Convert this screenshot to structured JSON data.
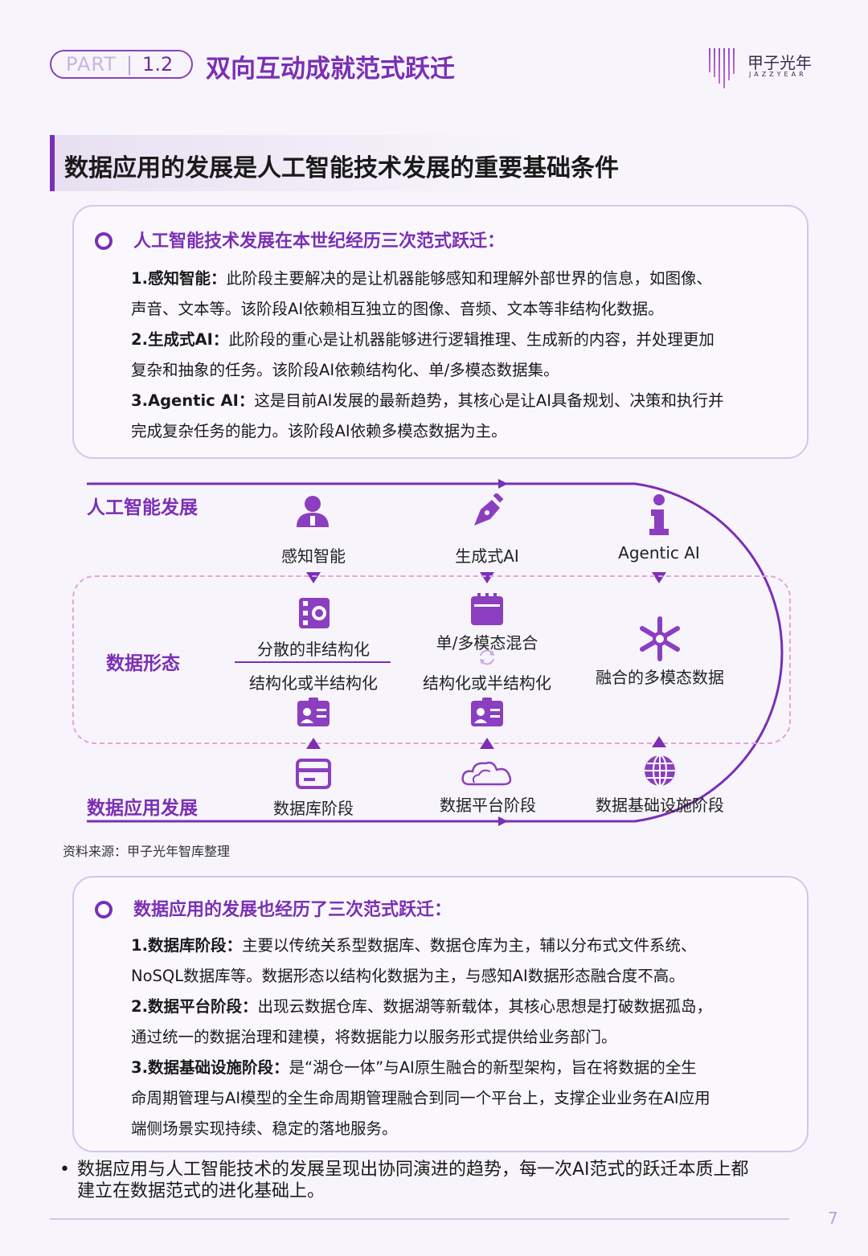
{
  "header": {
    "part_label": "PART",
    "part_number": "1.2",
    "title": "双向互动成就范式跃迁",
    "logo_cn": "甲子光年",
    "logo_en": "JAZZYEAR"
  },
  "section_title": "数据应用的发展是人工智能技术发展的重要基础条件",
  "card1": {
    "heading": "人工智能技术发展在本世纪经历三次范式跃迁：",
    "items": [
      {
        "lead": "1.感知智能：",
        "line1": "此阶段主要解决的是让机器能够感知和理解外部世界的信息，如图像、",
        "line2": "声音、文本等。该阶段AI依赖相互独立的图像、音频、文本等非结构化数据。"
      },
      {
        "lead": "2.生成式AI：",
        "line1": "此阶段的重心是让机器能够进行逻辑推理、生成新的内容，并处理更加",
        "line2": "复杂和抽象的任务。该阶段AI依赖结构化、单/多模态数据集。"
      },
      {
        "lead": "3.Agentic AI：",
        "line1": "这是目前AI发展的最新趋势，其核心是让AI具备规划、决策和执行并",
        "line2": "完成复杂任务的能力。该阶段AI依赖多模态数据为主。"
      }
    ]
  },
  "diagram": {
    "row_ai": "人工智能发展",
    "row_data_form": "数据形态",
    "row_data_app": "数据应用发展",
    "ai_nodes": [
      "感知智能",
      "生成式AI",
      "Agentic AI"
    ],
    "form_col1_top": "分散的非结构化",
    "form_col1_bottom": "结构化或半结构化",
    "form_col2_top": "单/多模态混合",
    "form_col2_bottom": "结构化或半结构化",
    "form_col3": "融合的多模态数据",
    "app_nodes": [
      "数据库阶段",
      "数据平台阶段",
      "数据基础设施阶段"
    ],
    "icons": {
      "ai1": "person-icon",
      "ai2": "pen-icon",
      "ai3": "info-icon",
      "form1": "film-icon",
      "form2": "calendar-icon",
      "form3": "snowflake-icon",
      "form_id": "id-card-icon",
      "app1": "database-card-icon",
      "app2": "cloud-icon",
      "app3": "globe-icon",
      "mix": "sync-icon"
    }
  },
  "source": "资料来源：甲子光年智库整理",
  "card2": {
    "heading": "数据应用的发展也经历了三次范式跃迁：",
    "items": [
      {
        "lead": "1.数据库阶段：",
        "line1": "主要以传统关系型数据库、数据仓库为主，辅以分布式文件系统、",
        "line2": "NoSQL数据库等。数据形态以结构化数据为主，与感知AI数据形态融合度不高。"
      },
      {
        "lead": "2.数据平台阶段：",
        "line1": "出现云数据仓库、数据湖等新载体，其核心思想是打破数据孤岛，",
        "line2": "通过统一的数据治理和建模，将数据能力以服务形式提供给业务部门。"
      },
      {
        "lead": "3.数据基础设施阶段：",
        "line1": "是“湖仓一体”与AI原生融合的新型架构，旨在将数据的全生",
        "line2": "命周期管理与AI模型的全生命周期管理融合到同一个平台上，支撑企业业务在AI应用",
        "line3": "端侧场景实现持续、稳定的落地服务。"
      }
    ]
  },
  "summary": {
    "bullet": "•",
    "line1": "数据应用与人工智能技术的发展呈现出协同演进的趋势，每一次AI范式的跃迁本质上都",
    "line2": "建立在数据范式的进化基础上。"
  },
  "page_number": "7",
  "colors": {
    "accent": "#7b2fb5",
    "dashed": "#e6a3d8",
    "card_border": "#d7c4ea"
  }
}
